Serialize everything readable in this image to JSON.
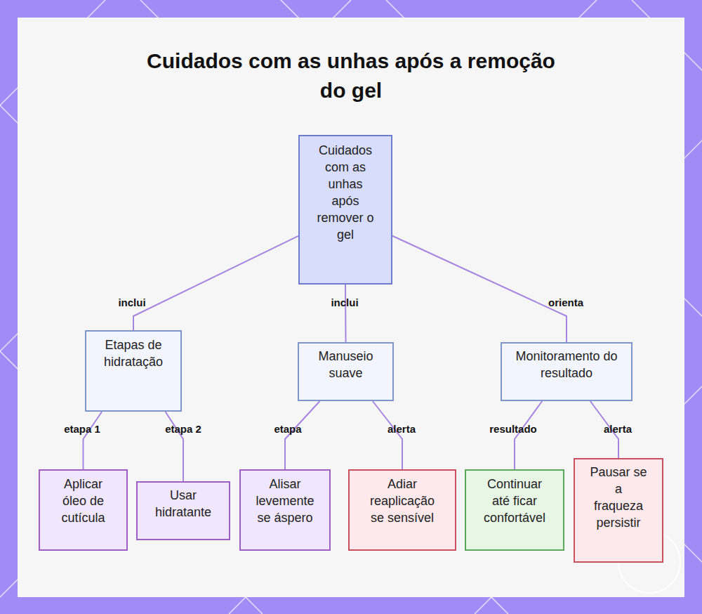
{
  "diagram": {
    "title": "Cuidados com as unhas após a remoção do gel",
    "nodes": [
      {
        "text": [
          "Cuidados com as unhas após remover o gel"
        ]
      },
      {
        "text": [
          "Etapas de hidratação"
        ]
      },
      {
        "text": [
          "Manuseio suave"
        ]
      },
      {
        "text": [
          "Monitoramento do resultado"
        ]
      },
      {
        "text": [
          "Aplicar óleo de cutícula"
        ]
      },
      {
        "text": [
          "Usar hidratante"
        ]
      },
      {
        "text": [
          "Alisar levemente se áspero"
        ]
      },
      {
        "text": [
          "Adiar reaplicação se sensível"
        ]
      },
      {
        "text": [
          "Continuar até ficar confortável"
        ]
      },
      {
        "text": [
          "Pausar se a fraqueza persistir"
        ]
      }
    ],
    "edges": [
      {
        "from": 0,
        "to": 1,
        "label": "inclui",
        "arrow": "none"
      },
      {
        "from": 0,
        "to": 2,
        "label": "inclui",
        "arrow": "none"
      },
      {
        "from": 0,
        "to": 3,
        "label": "orienta",
        "arrow": "none"
      },
      {
        "from": 1,
        "to": 4,
        "label": "etapa 1",
        "arrow": "none"
      },
      {
        "from": 1,
        "to": 5,
        "label": "etapa 2",
        "arrow": "none"
      },
      {
        "from": 2,
        "to": 6,
        "label": "etapa",
        "arrow": "none"
      },
      {
        "from": 2,
        "to": 7,
        "label": "alerta",
        "arrow": "none"
      },
      {
        "from": 3,
        "to": 8,
        "label": "resultado",
        "arrow": "none"
      },
      {
        "from": 3,
        "to": 9,
        "label": "alerta",
        "arrow": "none"
      }
    ]
  }
}
